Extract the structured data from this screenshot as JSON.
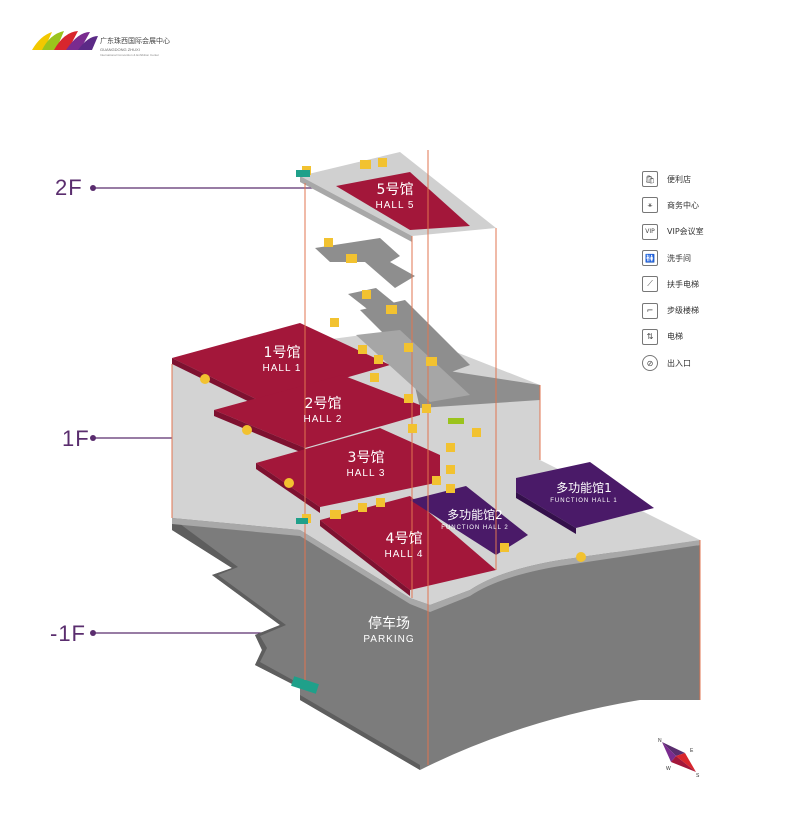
{
  "logo": {
    "name_cn": "广东珠西国际会展中心",
    "name_en_line1": "GUANGDONG ZHUXI",
    "name_en_line2": "International Convention & Exhibition Center",
    "colors": [
      "#f2c800",
      "#9bc31c",
      "#d8262d",
      "#7a2b8f",
      "#5b2a86"
    ]
  },
  "floors": [
    {
      "label": "2F"
    },
    {
      "label": "1F"
    },
    {
      "label": "-1F"
    }
  ],
  "halls": {
    "hall5": {
      "cn": "5号馆",
      "en": "HALL 5"
    },
    "hall1": {
      "cn": "1号馆",
      "en": "HALL 1"
    },
    "hall2": {
      "cn": "2号馆",
      "en": "HALL 2"
    },
    "hall3": {
      "cn": "3号馆",
      "en": "HALL 3"
    },
    "hall4": {
      "cn": "4号馆",
      "en": "HALL 4"
    },
    "func1": {
      "cn": "多功能馆1",
      "en": "FUNCTION HALL 1"
    },
    "func2": {
      "cn": "多功能馆2",
      "en": "FUNCTION HALL 2"
    },
    "parking": {
      "cn": "停车场",
      "en": "PARKING"
    }
  },
  "legend": [
    {
      "icon": "convenience-store-icon",
      "glyph": "🛍",
      "label": "便利店"
    },
    {
      "icon": "business-center-icon",
      "glyph": "⚹",
      "label": "商务中心"
    },
    {
      "icon": "vip-room-icon",
      "glyph": "VIP",
      "label": "VIP会议室"
    },
    {
      "icon": "restroom-icon",
      "glyph": "🚻",
      "label": "洗手间"
    },
    {
      "icon": "escalator-icon",
      "glyph": "⟋",
      "label": "扶手电梯"
    },
    {
      "icon": "stairs-icon",
      "glyph": "⌐",
      "label": "步级楼梯"
    },
    {
      "icon": "elevator-icon",
      "glyph": "⇅",
      "label": "电梯"
    },
    {
      "icon": "entrance-exit-icon",
      "glyph": "⊘",
      "label": "出入口"
    }
  ],
  "compass": {
    "n": "N",
    "e": "E",
    "s": "S",
    "w": "W"
  },
  "colors": {
    "hall_red": "#a3173a",
    "function_purple": "#4a1a68",
    "corridor_gray": "#bdbdbd",
    "corridor_dark": "#8e8e8e",
    "parking_gray": "#7c7c7c",
    "leader_line": "#e07550",
    "floor_purple": "#5a2d6e",
    "icon_yellow": "#f2c230"
  }
}
